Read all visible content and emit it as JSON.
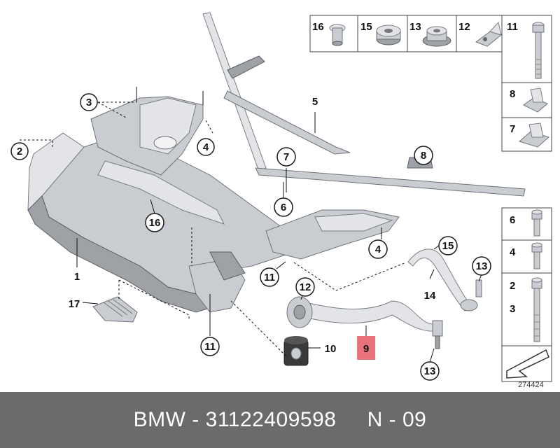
{
  "callouts": {
    "c3": "3",
    "c2": "2",
    "c4a": "4",
    "c16": "16",
    "c1": "1",
    "c17": "17",
    "c11a": "11",
    "c11b": "11",
    "c5": "5",
    "c7": "7",
    "c6": "6",
    "c8": "8",
    "c4b": "4",
    "c12": "12",
    "c10": "10",
    "c9": "9",
    "c15": "15",
    "c14": "14",
    "c13a": "13",
    "c13b": "13"
  },
  "parts_grid": {
    "top_row": [
      "16",
      "15",
      "13",
      "12",
      "11"
    ],
    "right_col_top": [
      "8",
      "7"
    ],
    "right_col_bottom": [
      "6",
      "4",
      "2",
      "3"
    ]
  },
  "drawing_number": "274424",
  "highlight_color": "#e8737a",
  "footer": {
    "brand": "BMW",
    "separator": " - ",
    "part_number": "31122409598",
    "position": "N - 09"
  }
}
